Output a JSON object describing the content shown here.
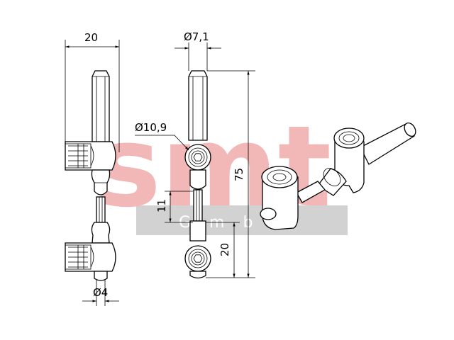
{
  "watermark": {
    "brand": "smt",
    "subtitle": "GmbH",
    "brand_color": "#f2b7b7",
    "band_color": "#d2d2d2"
  },
  "dimensions": {
    "width_top": "20",
    "shaft_dia": "Ø7,1",
    "socket_dia": "Ø10,9",
    "gap_height": "11",
    "socket_offset": "20",
    "total_length": "75",
    "pin_dia": "Ø4"
  }
}
